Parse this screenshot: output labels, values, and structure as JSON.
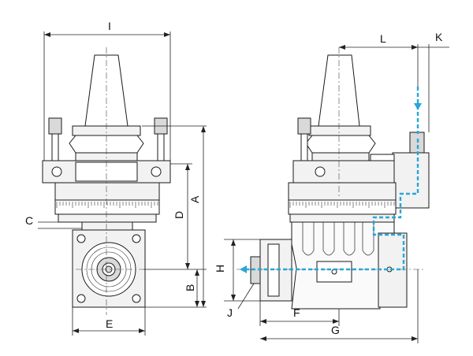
{
  "drawing": {
    "labels": {
      "I": "I",
      "L": "L",
      "K": "K",
      "C": "C",
      "D": "D",
      "A": "A",
      "H": "H",
      "B": "B",
      "J": "J",
      "E": "E",
      "F": "F",
      "G": "G"
    },
    "colors": {
      "outline": "#1a1a1a",
      "coolant_path": "#2aa6d6",
      "body_fill": "#f2f2f2"
    }
  }
}
